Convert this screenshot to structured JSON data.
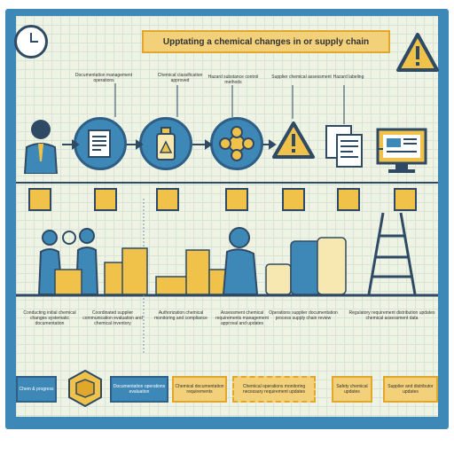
{
  "title": "Upptating a chemical changes in or supply chain",
  "step_labels": [
    "Documentation management operations",
    "Chemical classification approved",
    "Hazard substance control methods",
    "Supplier chemical assessment",
    "Hazard labeling"
  ],
  "descriptions": [
    "Conducting initial chemical changes systematic documentation",
    "Coordinated supplier communication evaluation and chemical inventory",
    "Authorization chemical monitoring and compliance",
    "Assessment chemical requirements management approval and updates",
    "Operations supplier documentation process supply chain review",
    "Regulatory requirement distribution updates chemical assessment data"
  ],
  "boxes": [
    "Chem & progress",
    "Documentation operations evaluation",
    "Chemical documentation requirements",
    "Chemical operations monitoring necessary requirement updates",
    "Safety chemical updates",
    "Supplier and distributor updates"
  ],
  "colors": {
    "frame_blue": "#3e88b8",
    "dark_blue": "#2f4a64",
    "accent_yellow": "#f0c24a",
    "panel_bg": "#eef3e3"
  },
  "icons": [
    "clock-icon",
    "warning-triangle-icon",
    "worker-icon",
    "document-icon",
    "chemical-bottle-icon",
    "molecule-icon",
    "hazard-warning-icon",
    "report-document-icon",
    "computer-monitor-icon",
    "funnel-icon",
    "warehouse-boxes-icon",
    "chemical-barrels-icon",
    "ladder-icon",
    "open-box-icon"
  ]
}
